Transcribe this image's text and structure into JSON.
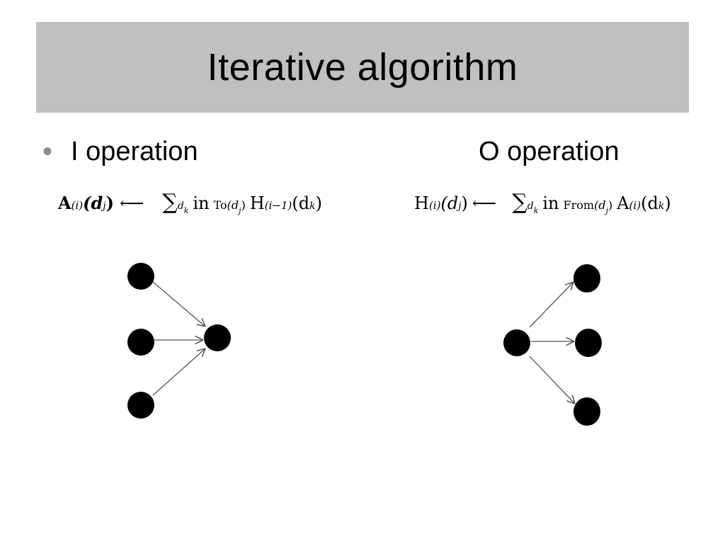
{
  "slide": {
    "title": "Iterative algorithm",
    "bullet": "•"
  },
  "operations": {
    "i_label": "I operation",
    "o_label": "O operation"
  },
  "formula_i": {
    "lhs": "A",
    "lhs_sup": "(i)",
    "lhs_arg": "(d",
    "lhs_sub": "j",
    "lhs_close": ")",
    "arrow": "⟵",
    "sum": "∑",
    "sum_sub_var": "d",
    "sum_sub_k": "k",
    "in": "in",
    "set": "To",
    "set_arg": "(d",
    "set_sub": "j",
    "set_close": ")",
    "term": "H",
    "term_sup": "(i−1)",
    "term_arg": "(d",
    "term_sub": "k",
    "term_close": ")"
  },
  "formula_o": {
    "lhs": "H",
    "lhs_sup": "(i)",
    "lhs_arg": "(d",
    "lhs_sub": "j",
    "lhs_close": ")",
    "arrow": "⟵",
    "sum": "∑",
    "sum_sub_var": "d",
    "sum_sub_k": "k",
    "in": "in",
    "set": "From",
    "set_arg": "(d",
    "set_sub": "j",
    "set_close": ")",
    "term": "A",
    "term_sup": "(i)",
    "term_arg": "(d",
    "term_sub": "k",
    "term_close": ")"
  },
  "colors": {
    "title_band": "#c0c0c0",
    "bullet": "#8a8a8a",
    "node": "#000000",
    "edge": "#555555"
  },
  "diagram_i": {
    "source_nodes": 3,
    "target_nodes": 1,
    "direction": "in"
  },
  "diagram_o": {
    "source_nodes": 1,
    "target_nodes": 3,
    "direction": "out"
  }
}
